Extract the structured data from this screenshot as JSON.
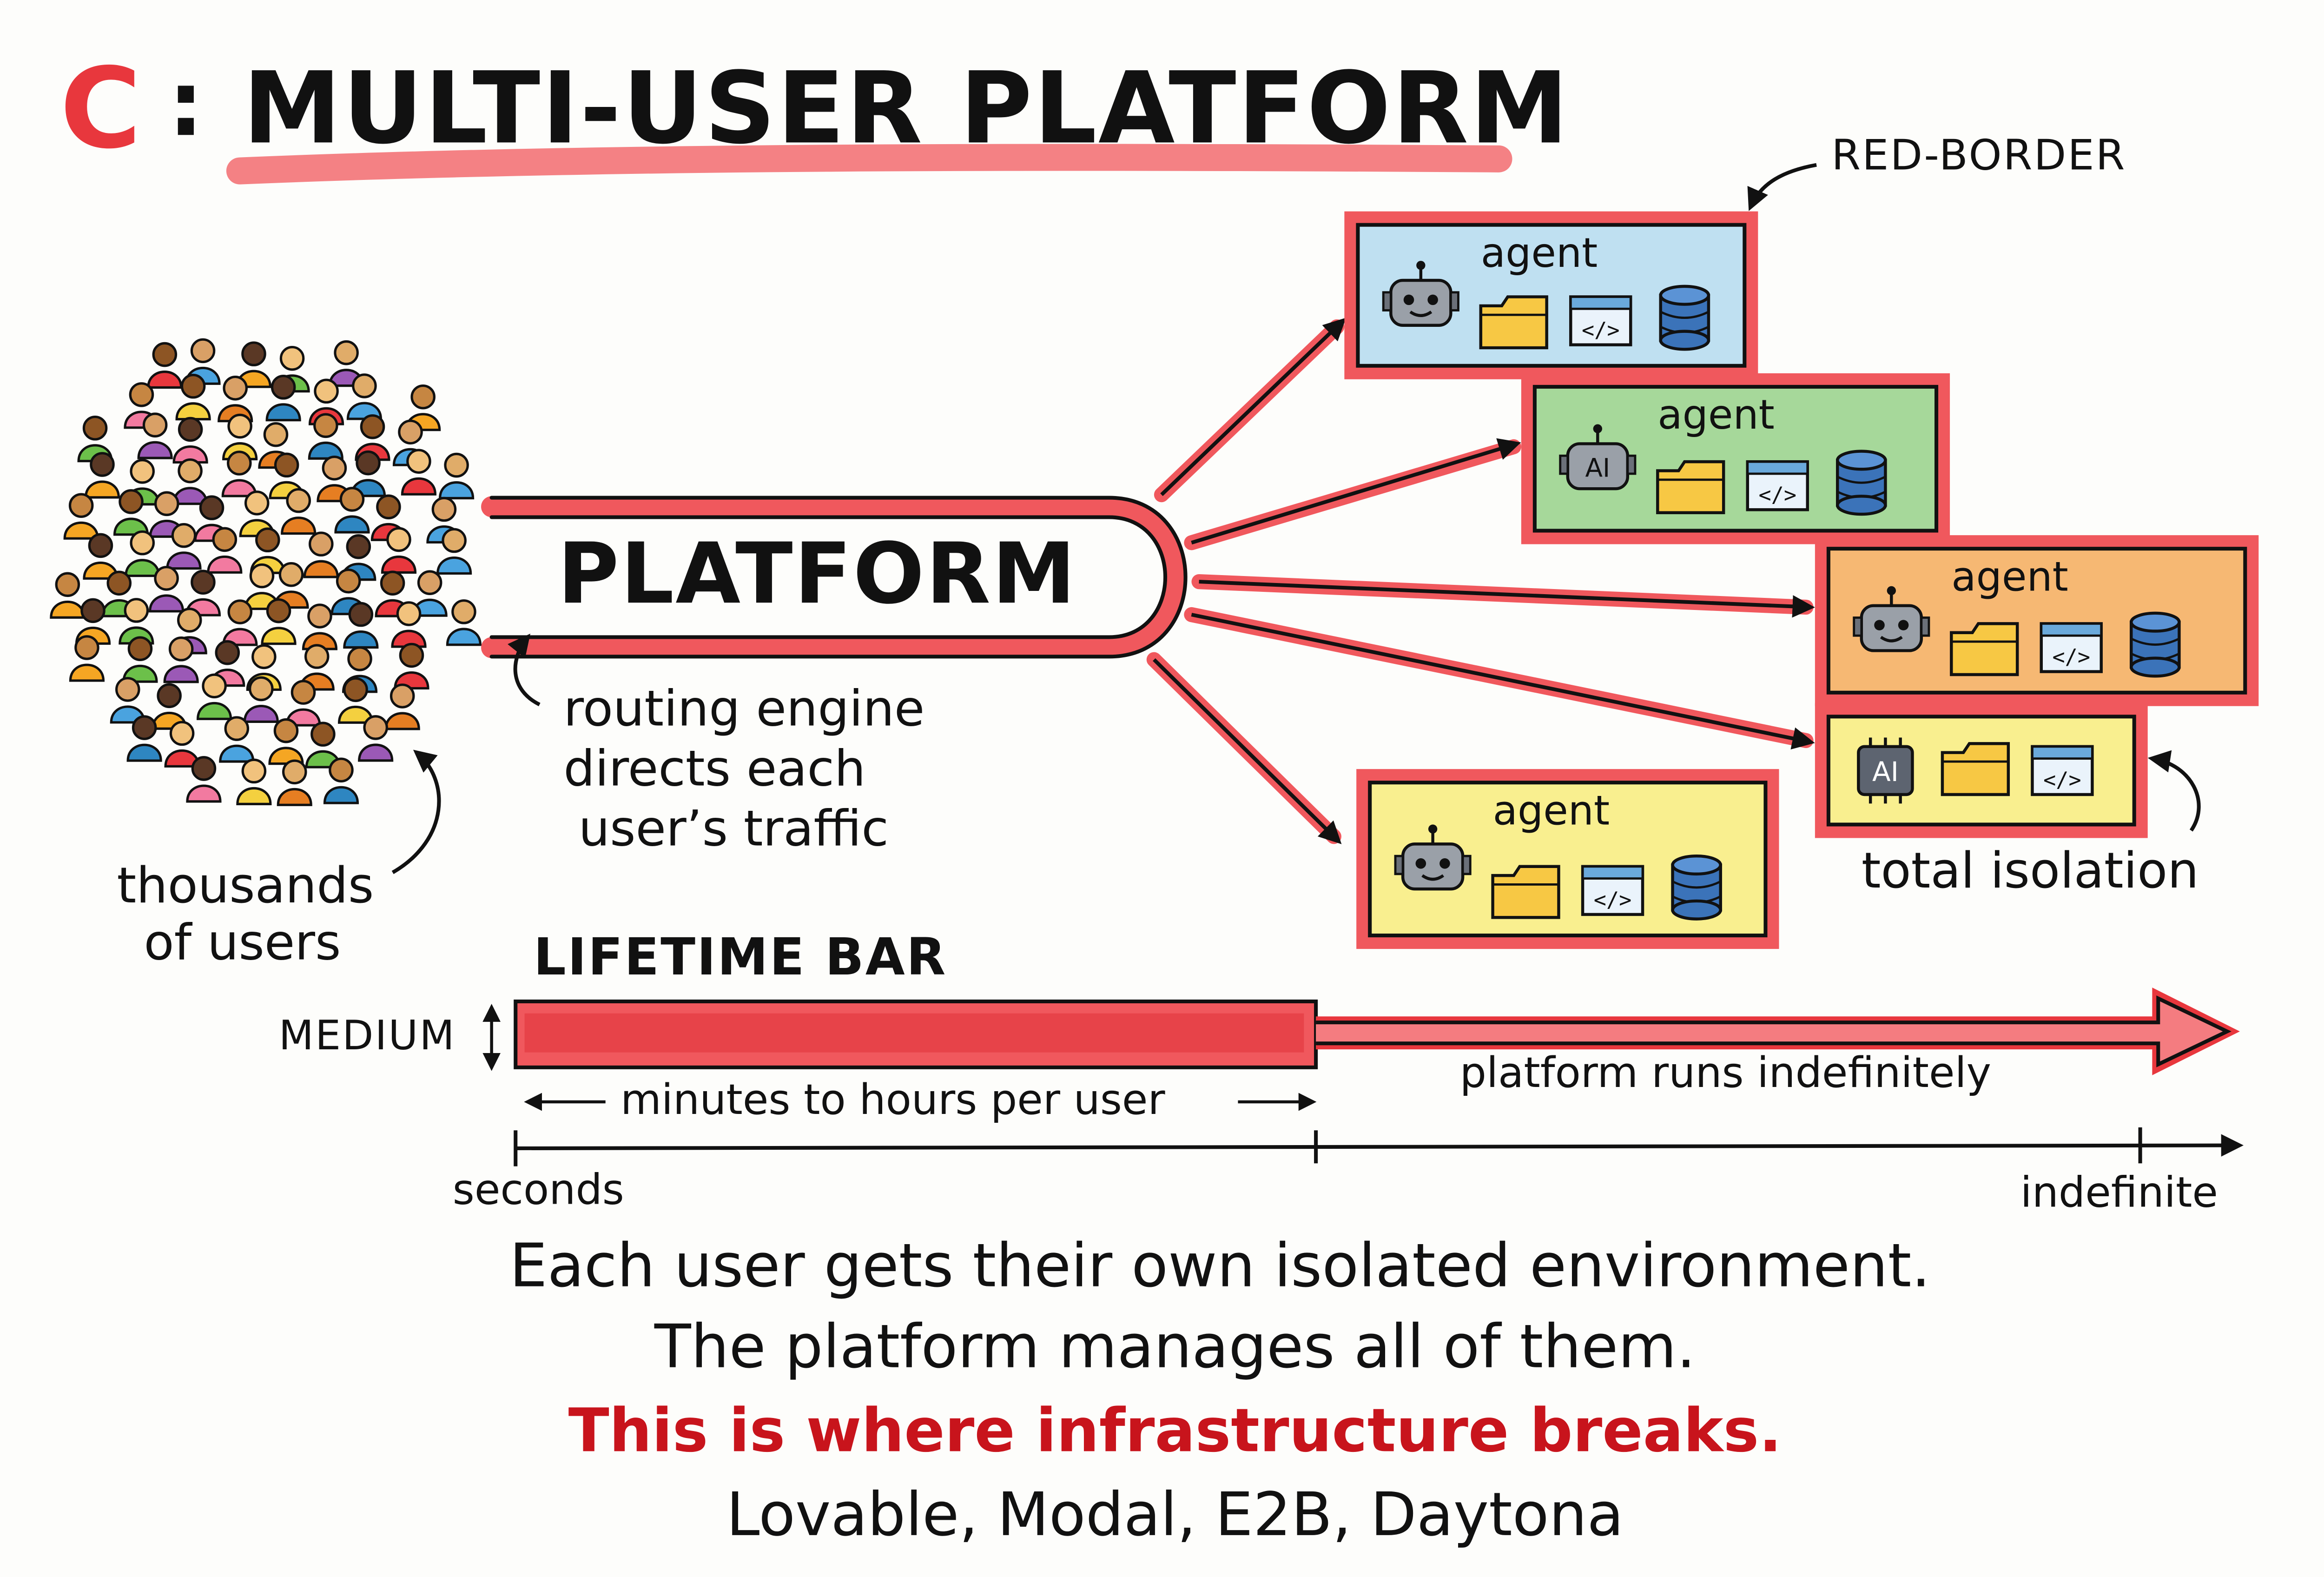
{
  "title": {
    "letter": "C",
    "separator": ":",
    "text": "MULTI-USER PLATFORM"
  },
  "users": {
    "label_line1": "thousands",
    "label_line2": "of users"
  },
  "platform": {
    "label": "PLATFORM",
    "note_line1": "routing engine",
    "note_line2": "directs each",
    "note_line3": "user’s traffic"
  },
  "border_note": "RED-BORDER",
  "agents": [
    {
      "label": "agent",
      "icon": "robot-icon",
      "fill": "#bfe0f1"
    },
    {
      "label": "agent",
      "icon": "ai-robot-icon",
      "fill": "#a6d89a"
    },
    {
      "label": "agent",
      "icon": "robot-icon",
      "fill": "#f6b873"
    },
    {
      "label": "agent",
      "icon": "robot-icon",
      "fill": "#f9ef8f"
    },
    {
      "label": "",
      "icon": "ai-chip-icon",
      "fill": "#f9ef8f"
    }
  ],
  "isolation_note": "total isolation",
  "lifetime": {
    "title": "LIFETIME BAR",
    "height_label": "MEDIUM",
    "user_span_label": "minutes to hours per user",
    "platform_span_label": "platform runs indefinitely",
    "axis_start": "seconds",
    "axis_end": "indefinite"
  },
  "summary": {
    "line1": "Each user gets their own isolated environment.",
    "line2": "The platform manages all of them.",
    "line3": "This is where infrastructure breaks.",
    "line4": "Lovable, Modal, E2B, Daytona"
  },
  "colors": {
    "accent_red": "#e8373d",
    "alert_red": "#c8141c",
    "ink": "#111111"
  }
}
